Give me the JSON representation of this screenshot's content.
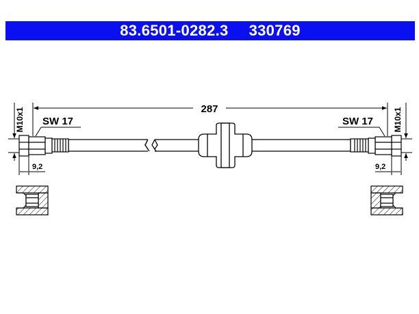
{
  "header": {
    "part_number": "83.6501-0282.3",
    "ref_number": "330769",
    "background": "#0a10f0",
    "text_color": "#ffffff"
  },
  "drawing": {
    "overall_length": "287",
    "left_wrench_size": "SW 17",
    "right_wrench_size": "SW 17",
    "left_thread": "M10x1",
    "right_thread": "M10x1",
    "left_fitting_length": "9,2",
    "right_fitting_length": "9,2",
    "line_color": "#000000"
  }
}
